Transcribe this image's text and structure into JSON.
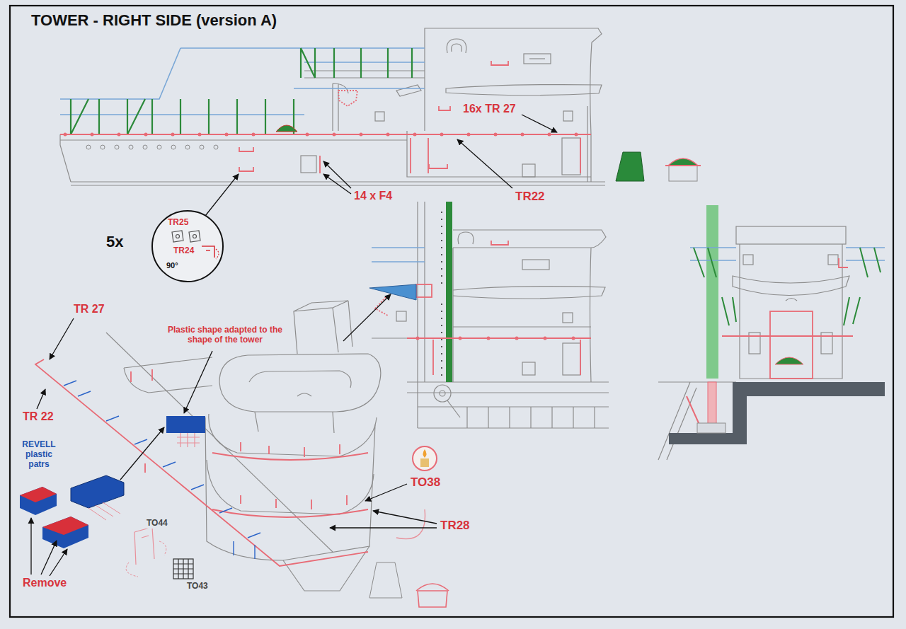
{
  "diagram": {
    "title": "TOWER - RIGHT SIDE (version A)",
    "nodes": [
      {
        "text": [
          "5x",
          "TR25",
          "TR24",
          "90°"
        ]
      }
    ],
    "labels": [
      "16x TR 27",
      "TR22",
      "14 x F4",
      "TR 27",
      "Plastic shape adapted to the shape of the tower",
      "TR 22",
      "REVELL plastic patrs",
      "TO38",
      "TR28",
      "TO44",
      "Remove",
      "TO43"
    ]
  }
}
